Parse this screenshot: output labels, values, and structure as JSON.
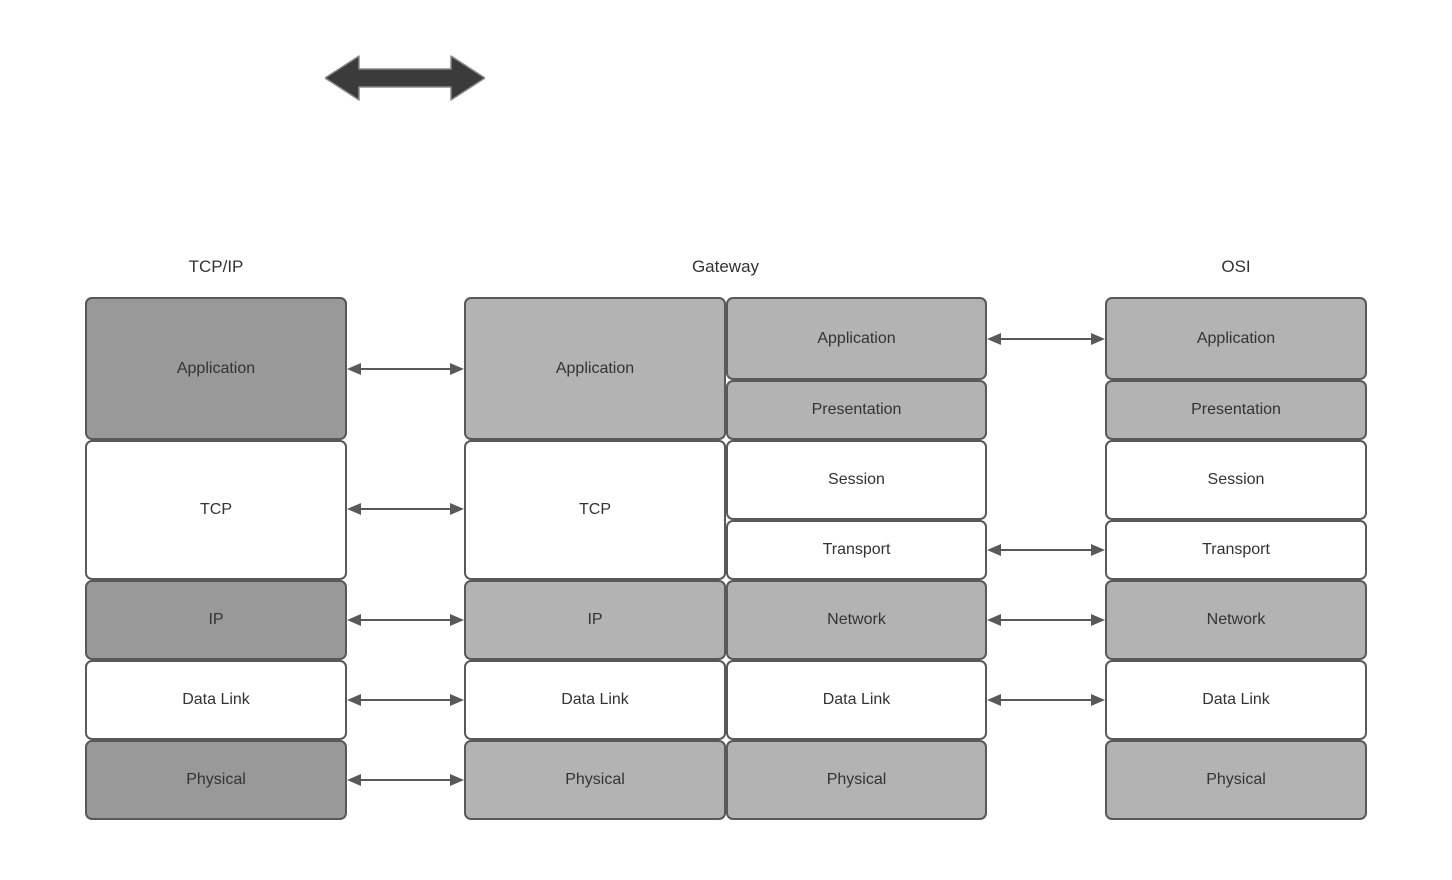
{
  "diagram": {
    "title_top_arrow": "bidirectional-arrow",
    "columns": [
      {
        "id": "tcpip",
        "heading": "TCP/IP",
        "layers": [
          {
            "label": "Application",
            "fill": "dark"
          },
          {
            "label": "TCP",
            "fill": "white"
          },
          {
            "label": "IP",
            "fill": "dark"
          },
          {
            "label": "Data Link",
            "fill": "white"
          },
          {
            "label": "Physical",
            "fill": "dark"
          }
        ]
      },
      {
        "id": "gateway",
        "heading": "Gateway",
        "left_layers": [
          {
            "label": "Application",
            "fill": "mid"
          },
          {
            "label": "TCP",
            "fill": "white"
          },
          {
            "label": "IP",
            "fill": "mid"
          },
          {
            "label": "Data Link",
            "fill": "white"
          },
          {
            "label": "Physical",
            "fill": "mid"
          }
        ],
        "right_layers": [
          {
            "label": "Application",
            "fill": "mid"
          },
          {
            "label": "Presentation",
            "fill": "mid"
          },
          {
            "label": "Session",
            "fill": "white"
          },
          {
            "label": "Transport",
            "fill": "white"
          },
          {
            "label": "Network",
            "fill": "mid"
          },
          {
            "label": "Data Link",
            "fill": "white"
          },
          {
            "label": "Physical",
            "fill": "mid"
          }
        ]
      },
      {
        "id": "osi",
        "heading": "OSI",
        "layers": [
          {
            "label": "Application",
            "fill": "mid"
          },
          {
            "label": "Presentation",
            "fill": "mid"
          },
          {
            "label": "Session",
            "fill": "white"
          },
          {
            "label": "Transport",
            "fill": "white"
          },
          {
            "label": "Network",
            "fill": "mid"
          },
          {
            "label": "Data Link",
            "fill": "white"
          },
          {
            "label": "Physical",
            "fill": "mid"
          }
        ]
      }
    ],
    "connectors_left": [
      {
        "peer": "Application"
      },
      {
        "peer": "TCP"
      },
      {
        "peer": "IP"
      },
      {
        "peer": "Data Link"
      },
      {
        "peer": "Physical"
      }
    ],
    "connectors_right": [
      {
        "peer": "Application"
      },
      {
        "peer": "Transport"
      },
      {
        "peer": "Network"
      },
      {
        "peer": "Data Link"
      }
    ],
    "colors": {
      "stroke": "#595959",
      "fill_dark": "#999999",
      "fill_mid": "#b3b3b3",
      "fill_white": "#ffffff",
      "text": "#333333",
      "arrow_big": "#3b3b3b",
      "arrow_thin": "#595959",
      "background": "#ffffff"
    }
  }
}
